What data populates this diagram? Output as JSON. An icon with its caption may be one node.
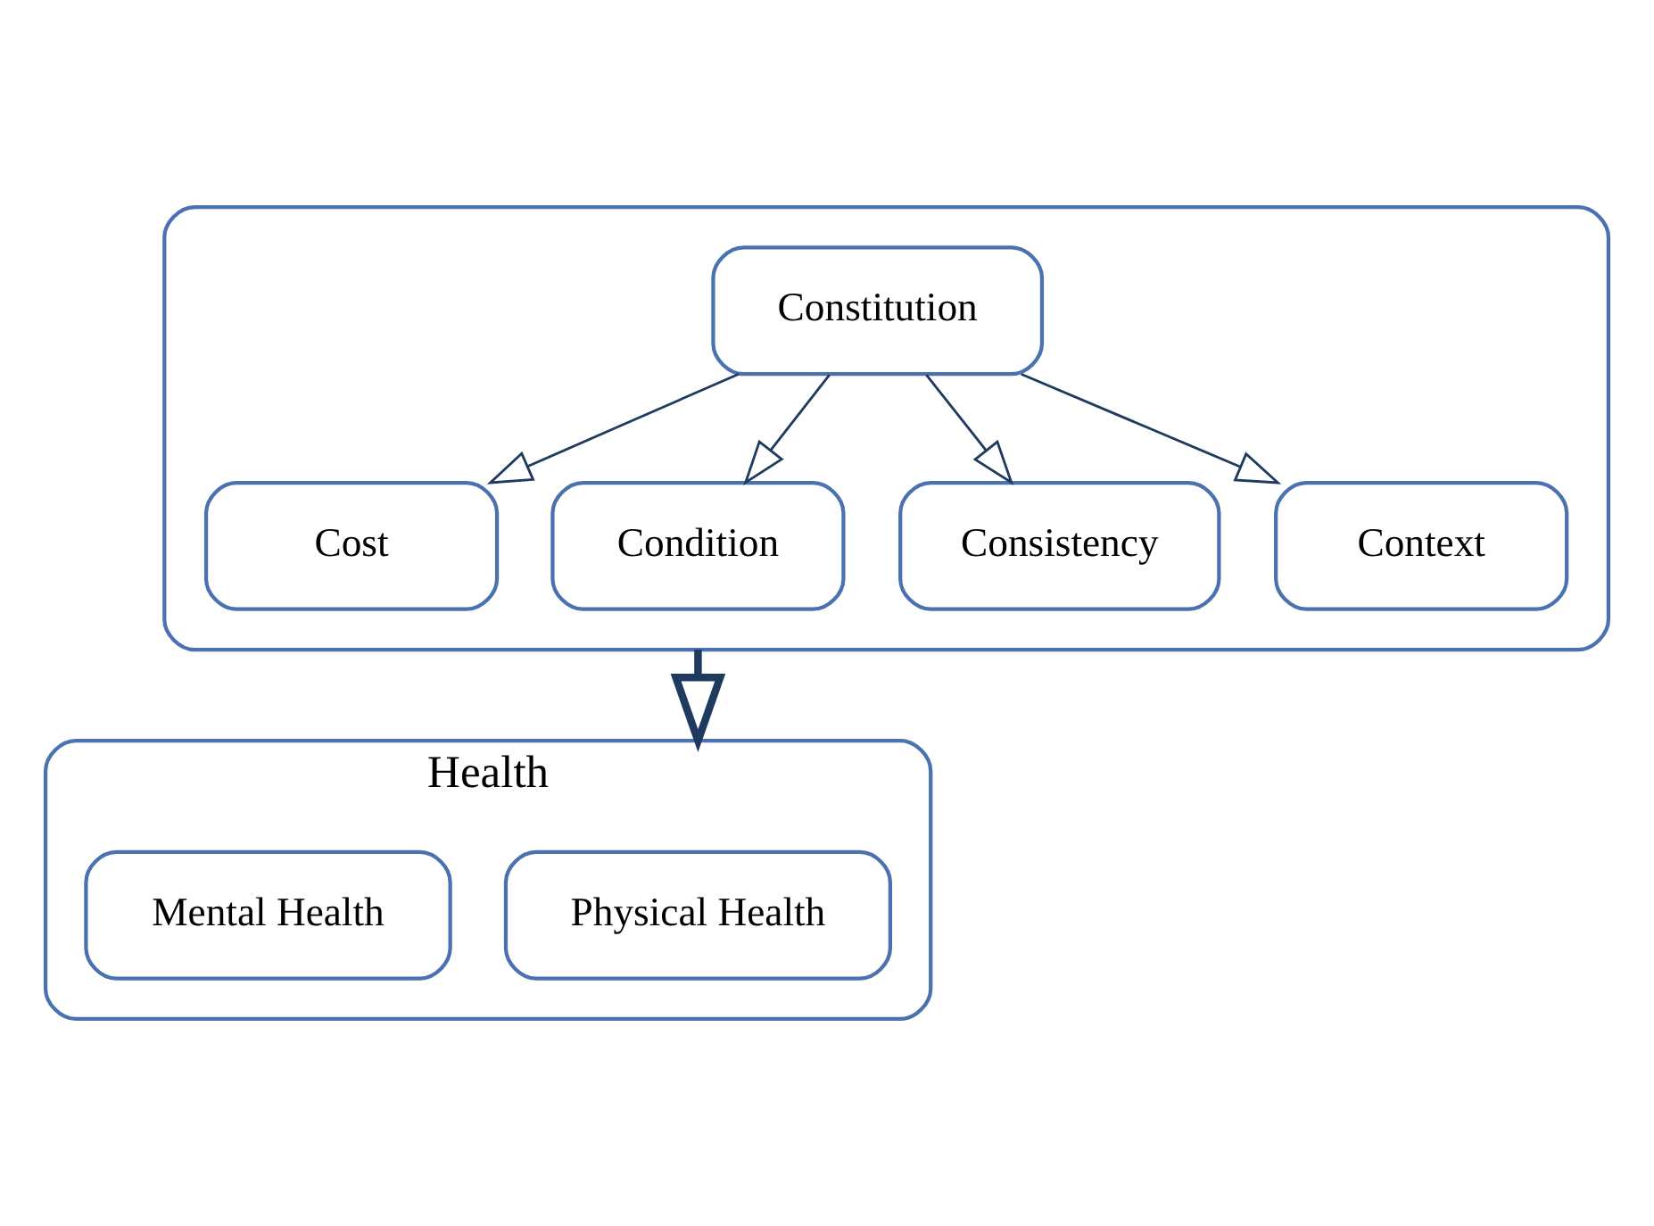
{
  "diagram": {
    "nodes": [
      {
        "text": [],
        "shape": "box"
      },
      {
        "text": [
          "Constitution"
        ],
        "in": 0
      },
      {
        "text": [
          "Cost"
        ],
        "in": 0
      },
      {
        "text": [
          "Condition"
        ],
        "in": 0
      },
      {
        "text": [
          "Consistency"
        ],
        "in": 0
      },
      {
        "text": [
          "Context"
        ],
        "in": 0
      },
      {
        "text": [
          "Health"
        ]
      },
      {
        "text": [
          "Physical Health"
        ],
        "in": 6
      },
      {
        "text": [
          "Mental Health"
        ],
        "in": 6
      }
    ],
    "edges": [
      {
        "from": 1,
        "to": 2,
        "arrow": "to"
      },
      {
        "from": 1,
        "to": 3,
        "arrow": "to"
      },
      {
        "from": 1,
        "to": 4,
        "arrow": "to"
      },
      {
        "from": 1,
        "to": 5,
        "arrow": "to"
      },
      {
        "from": 0,
        "to": 6,
        "arrow": "to",
        "style": "thick"
      }
    ]
  }
}
